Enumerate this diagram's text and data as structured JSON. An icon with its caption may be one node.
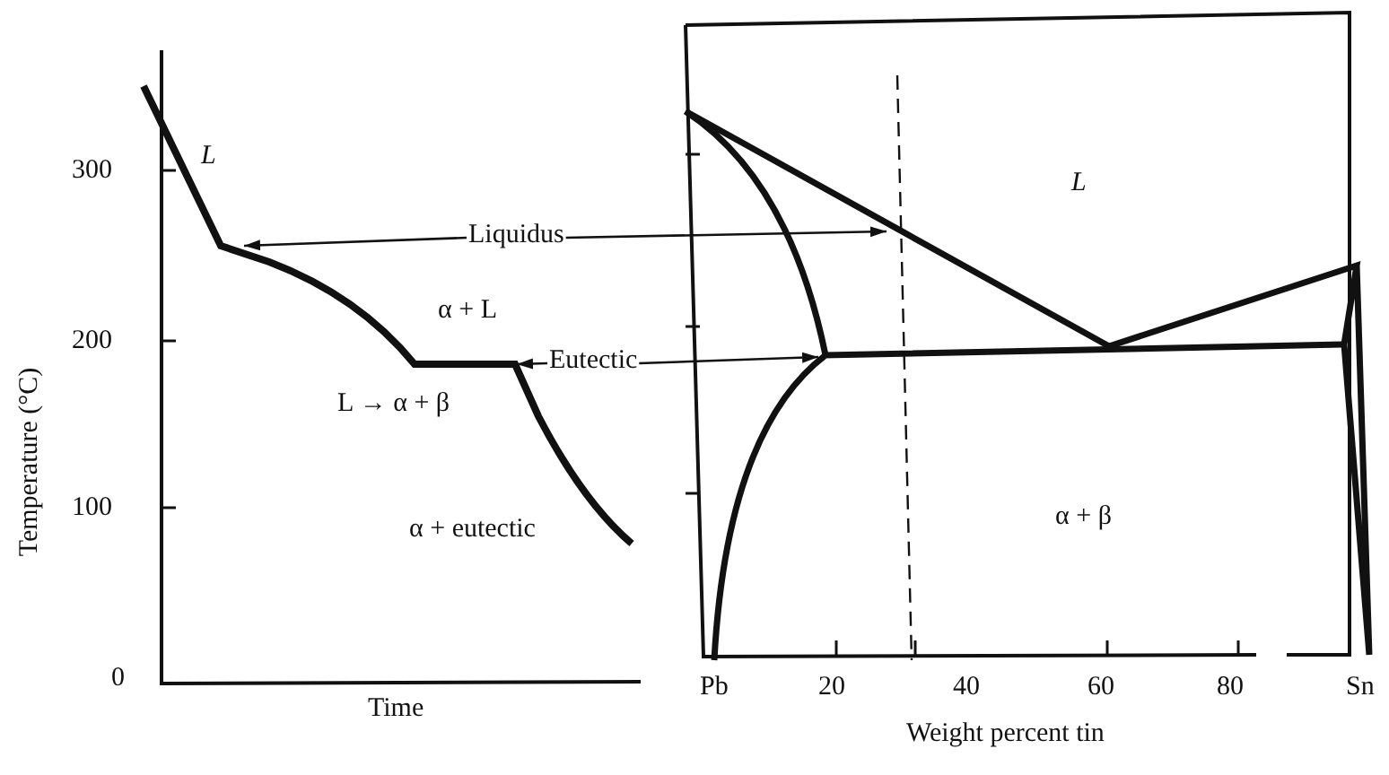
{
  "diagram": {
    "nodes": [
      {
        "text": [
          "Liquidus"
        ]
      },
      {
        "text": [
          "Eutectic"
        ]
      }
    ],
    "edges": [
      {
        "from": 0,
        "to": null,
        "arrow": "to"
      },
      {
        "from": 0,
        "to": null,
        "arrow": "to"
      },
      {
        "from": 1,
        "to": null,
        "arrow": "to"
      },
      {
        "from": 1,
        "to": null,
        "arrow": "to"
      }
    ],
    "labels": [
      "L",
      "300",
      "α + L",
      "200",
      "L → α + β",
      "100",
      "α + eutectic",
      "0",
      "Temperature (°C)",
      "Time",
      "L",
      "α + β",
      "Pb",
      "20",
      "40",
      "60",
      "80",
      "Sn",
      "Weight percent tin"
    ]
  }
}
